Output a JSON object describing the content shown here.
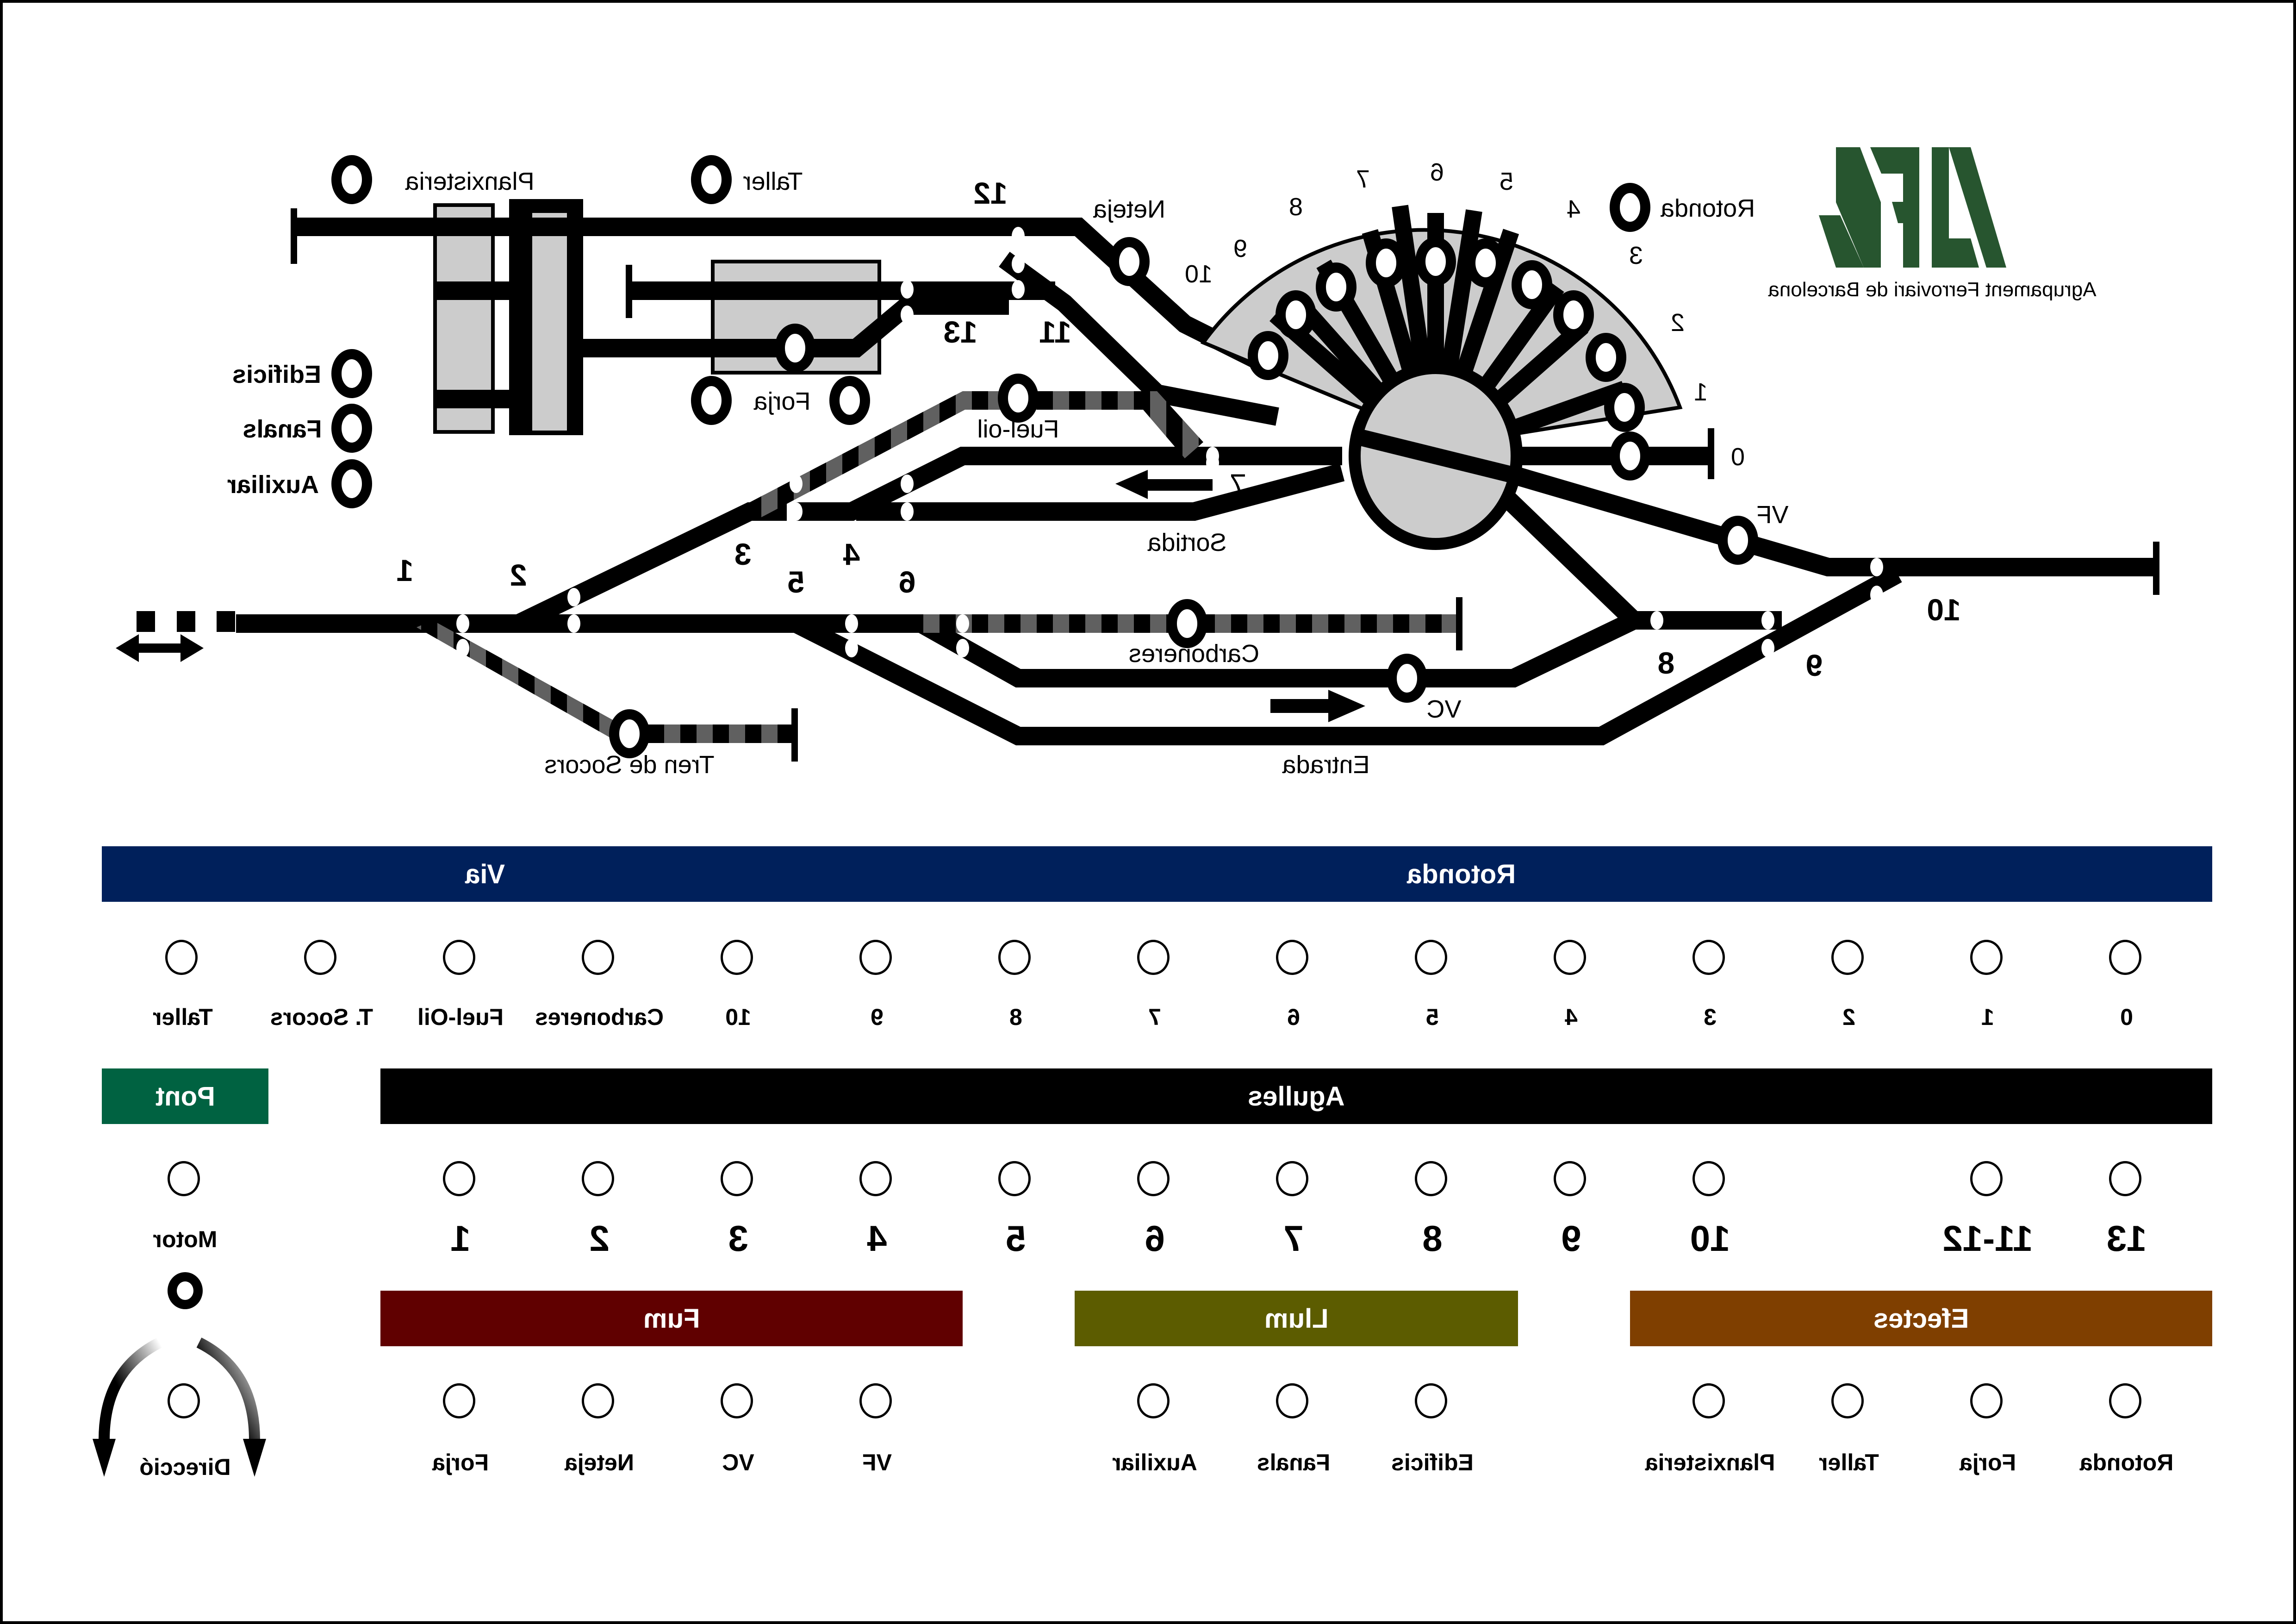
{
  "logo": {
    "text": "AFB",
    "subtitle": "Agrupament Ferroviari de Barcelona",
    "color": "#27552f"
  },
  "layout": {
    "buildings": {
      "planxisteria": "Planxisteria",
      "taller": "Taller",
      "forja": "Forja",
      "edificis": "Edificis",
      "fanals": "Fanals",
      "auxiliar": "Auxiliar",
      "rotonda": "Rotonda"
    },
    "tracks": {
      "neteja": "Neteja",
      "fuel_oil": "Fuel-oil",
      "sortida": "Sortida",
      "carboneres": "Carboneres",
      "vc": "VC",
      "vf": "VF",
      "entrada": "Entrada",
      "tren_socors": "Tren de Socors"
    },
    "switch_numbers": [
      "1",
      "2",
      "3",
      "4",
      "5",
      "6",
      "7",
      "8",
      "9",
      "10",
      "11",
      "12",
      "13"
    ],
    "turntable_numbers": [
      "0",
      "1",
      "2",
      "3",
      "4",
      "5",
      "6",
      "7",
      "8",
      "9",
      "10"
    ]
  },
  "panels": {
    "via": {
      "title": "Via",
      "color": "#00205b",
      "buttons": [
        "Taller",
        "T. Socors",
        "Fuel-Oil",
        "Carboneres",
        "10",
        "9",
        "8",
        "7"
      ]
    },
    "rotonda": {
      "title": "Rotonda",
      "color": "#00205b",
      "buttons": [
        "6",
        "5",
        "4",
        "3",
        "2",
        "1",
        "0"
      ]
    },
    "pont": {
      "title": "Pont",
      "color": "#006241",
      "buttons": [
        "Motor"
      ],
      "direction_label": "Direcció"
    },
    "agulles": {
      "title": "Agulles",
      "color": "#000000",
      "buttons": [
        "1",
        "2",
        "3",
        "4",
        "5",
        "6",
        "7",
        "8",
        "9",
        "10",
        "",
        "11-12",
        "13"
      ]
    },
    "fum": {
      "title": "Fum",
      "color": "#600000",
      "buttons": [
        "Forja",
        "Neteja",
        "VC",
        "VF"
      ]
    },
    "llum": {
      "title": "Llum",
      "color": "#5c5c00",
      "buttons": [
        "Auxiliar",
        "Fanals",
        "Edificis"
      ]
    },
    "efectes": {
      "title": "Efectes",
      "color": "#7f3f00",
      "buttons": [
        "Planxisteria",
        "Taller",
        "Forja",
        "Rotonda"
      ]
    }
  }
}
